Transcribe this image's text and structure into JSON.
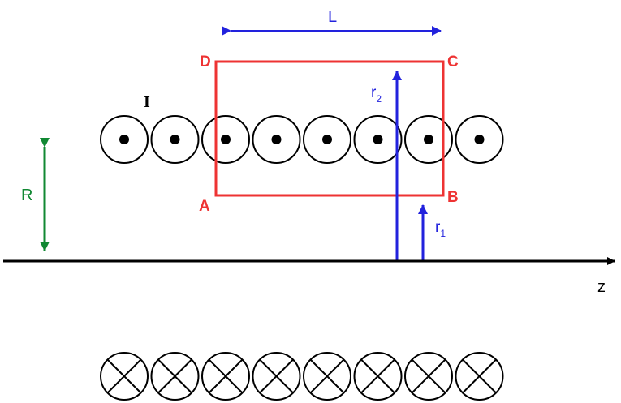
{
  "labels": {
    "length": "L",
    "corner_a": "A",
    "corner_b": "B",
    "corner_c": "C",
    "corner_d": "D",
    "current": "I",
    "radius_big": "R",
    "r2_base": "r",
    "r2_sub": "2",
    "r1_base": "r",
    "r1_sub": "1",
    "axis": "z"
  },
  "colors": {
    "loop": "#ee3333",
    "blue": "#2222dd",
    "green": "#118833",
    "black": "#000000"
  },
  "wires": {
    "top_row": {
      "count": 8,
      "symbol": "dot (current out of page)"
    },
    "bottom_row": {
      "count": 8,
      "symbol": "cross (current into page)"
    }
  }
}
